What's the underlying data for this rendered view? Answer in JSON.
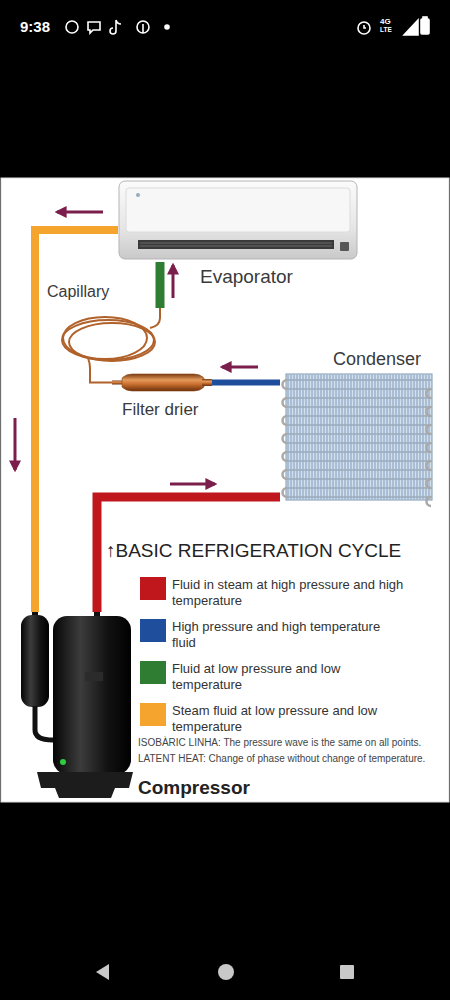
{
  "diagram": {
    "title": "↑BASIC REFRIGERATION CYCLE",
    "nodes": [
      {
        "text": [
          "Evaporator"
        ]
      },
      {
        "text": [
          "Capillary"
        ]
      },
      {
        "text": [
          "Condenser"
        ]
      },
      {
        "text": [
          "Filter drier"
        ]
      },
      {
        "text": [
          "Compressor"
        ]
      }
    ],
    "edges": [
      {
        "from": 4,
        "to": 2,
        "arrow": "to"
      },
      {
        "from": 2,
        "to": 3,
        "arrow": "to"
      },
      {
        "from": 3,
        "to": 1,
        "arrow": "none"
      },
      {
        "from": 1,
        "to": 0,
        "arrow": "to"
      },
      {
        "from": 0,
        "to": 4,
        "arrow": "to"
      }
    ],
    "labels": [
      "9:38",
      "4G",
      "LTE",
      "ISOBÀRIC LINHA: The pressure wave is the same on all points.",
      "LATENT HEAT: Change of phase without change of temperature."
    ],
    "legend": [
      {
        "text": "Fluid in steam at high pressure and high temperature",
        "color": "#c0171d"
      },
      {
        "text": "High pressure and high temperature fluid",
        "color": "#1f4e9c"
      },
      {
        "text": "Fluid at low pressure and low temperature",
        "color": "#2e7d32"
      },
      {
        "text": "Steam fluid at low pressure and low temperature",
        "color": "#f5a52e"
      }
    ]
  }
}
